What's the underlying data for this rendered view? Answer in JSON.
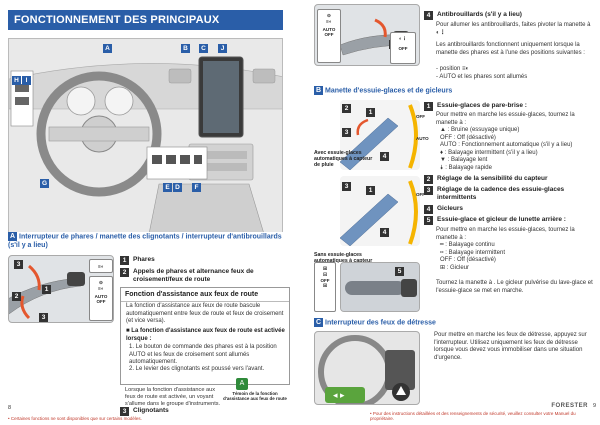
{
  "left_page": {
    "title": "FONCTIONNEMENT DES PRINCIPAUX ÉLÉMENTS",
    "dash_tags": [
      "A",
      "B",
      "C",
      "J",
      "H",
      "I",
      "G",
      "E",
      "D",
      "F"
    ],
    "section_a": {
      "letter": "A",
      "title": "Interrupteur de phares / manette des clignotants / interrupteur d'antibrouillards (s'il y a lieu)"
    },
    "stalk_tags": [
      "3",
      "1",
      "2",
      "3"
    ],
    "stalk_modes": [
      "AUTO",
      "OFF"
    ],
    "items": [
      {
        "num": "1",
        "text": "Phares"
      },
      {
        "num": "2",
        "text": "Appels de phares et alternance feux de croisement/feux de route"
      }
    ],
    "box": {
      "title": "Fonction d'assistance aux feux de route",
      "intro": "La fonction d'assistance aux feux de route bascule automatiquement entre feux de route et feux de croisement (et vice versa).",
      "subhead": "La fonction d'assistance aux feux de route est activée lorsque :",
      "step1": "1. Le bouton de commande des phares est à la position AUTO et les feux de croisement sont allumés automatiquement.",
      "step2": "2. Le levier des clignotants est poussé vers l'avant.",
      "note": "Lorsque la fonction d'assistance aux feux de route est activée, un voyant s'allume dans le groupe d'instruments.",
      "indicator_label": "Témoin de la fonction d'assistance aux feux de route"
    },
    "item3": {
      "num": "3",
      "text": "Clignotants"
    },
    "page_number": "8",
    "footer": "• Certaines fonctions ne sont disponibles que sur certains modèles."
  },
  "right_page": {
    "item4": {
      "num": "4",
      "title": "Antibrouillards (s'il y a lieu)",
      "text1": "Pour allumer les antibrouillards, faites pivoter la manette à",
      "text2": "Les antibrouillards fonctionnent uniquement lorsque la manette des phares est à l'une des positions suivantes :",
      "pos1": "- position",
      "pos2": "- AUTO et les phares sont allumés"
    },
    "top_tags": [
      "4"
    ],
    "top_modes": [
      "AUTO",
      "OFF"
    ],
    "section_b": {
      "letter": "B",
      "title": "Manette d'essuie-glaces et de gicleurs"
    },
    "wiper_caption_1": "Avec essuie-glaces automatiques à capteur de pluie",
    "wiper_caption_2": "Sans essuie-glaces automatiques à capteur de pluie",
    "wiper_tags": [
      "2",
      "1",
      "3",
      "4",
      "3",
      "1",
      "4",
      "5"
    ],
    "wiper_modes": [
      "OFF",
      "AUTO",
      "OFF"
    ],
    "wiper_items": [
      {
        "num": "1",
        "title": "Essuie-glaces de pare-brise :",
        "text": "Pour mettre en marche les essuie-glaces, tournez la manette à :"
      },
      {
        "num": "2",
        "title": "Réglage de la sensibilité du capteur"
      },
      {
        "num": "3",
        "title": "Réglage de la cadence des essuie-glaces intermittents"
      },
      {
        "num": "4",
        "title": "Gicleurs"
      },
      {
        "num": "5",
        "title": "Essuie-glace et gicleur de lunette arrière :",
        "text": "Pour mettre en marche les essuie-glaces, tournez la manette à :"
      }
    ],
    "wiper_modes_list": [
      ": Bruine (essuyage unique)",
      "OFF : Off (désactivé)",
      "AUTO : Fonctionnement automatique (s'il y a lieu)",
      ": Balayage intermittent (s'il y a lieu)",
      ": Balayage lent",
      ": Balayage rapide"
    ],
    "rear_modes_list": [
      ": Balayage continu",
      ": Balayage intermittent",
      "OFF : Off (désactivé)",
      ": Gicleur"
    ],
    "rear_note": "Tournez la manette à     . Le gicleur pulvérise du lave-glace et l'essuie-glace se met en marche.",
    "section_c": {
      "letter": "C",
      "title": "Interrupteur des feux de détresse",
      "text": "Pour mettre en marche les feux de détresse, appuyez sur l'interrupteur. Utilisez uniquement les feux de détresse lorsque vous devez vous immobiliser dans une situation d'urgence."
    },
    "brand": "FORESTER",
    "page_number": "9",
    "footer": "• Pour des instructions détaillées et des renseignements de sécurité, veuillez consulter votre Manuel du propriétaire."
  }
}
